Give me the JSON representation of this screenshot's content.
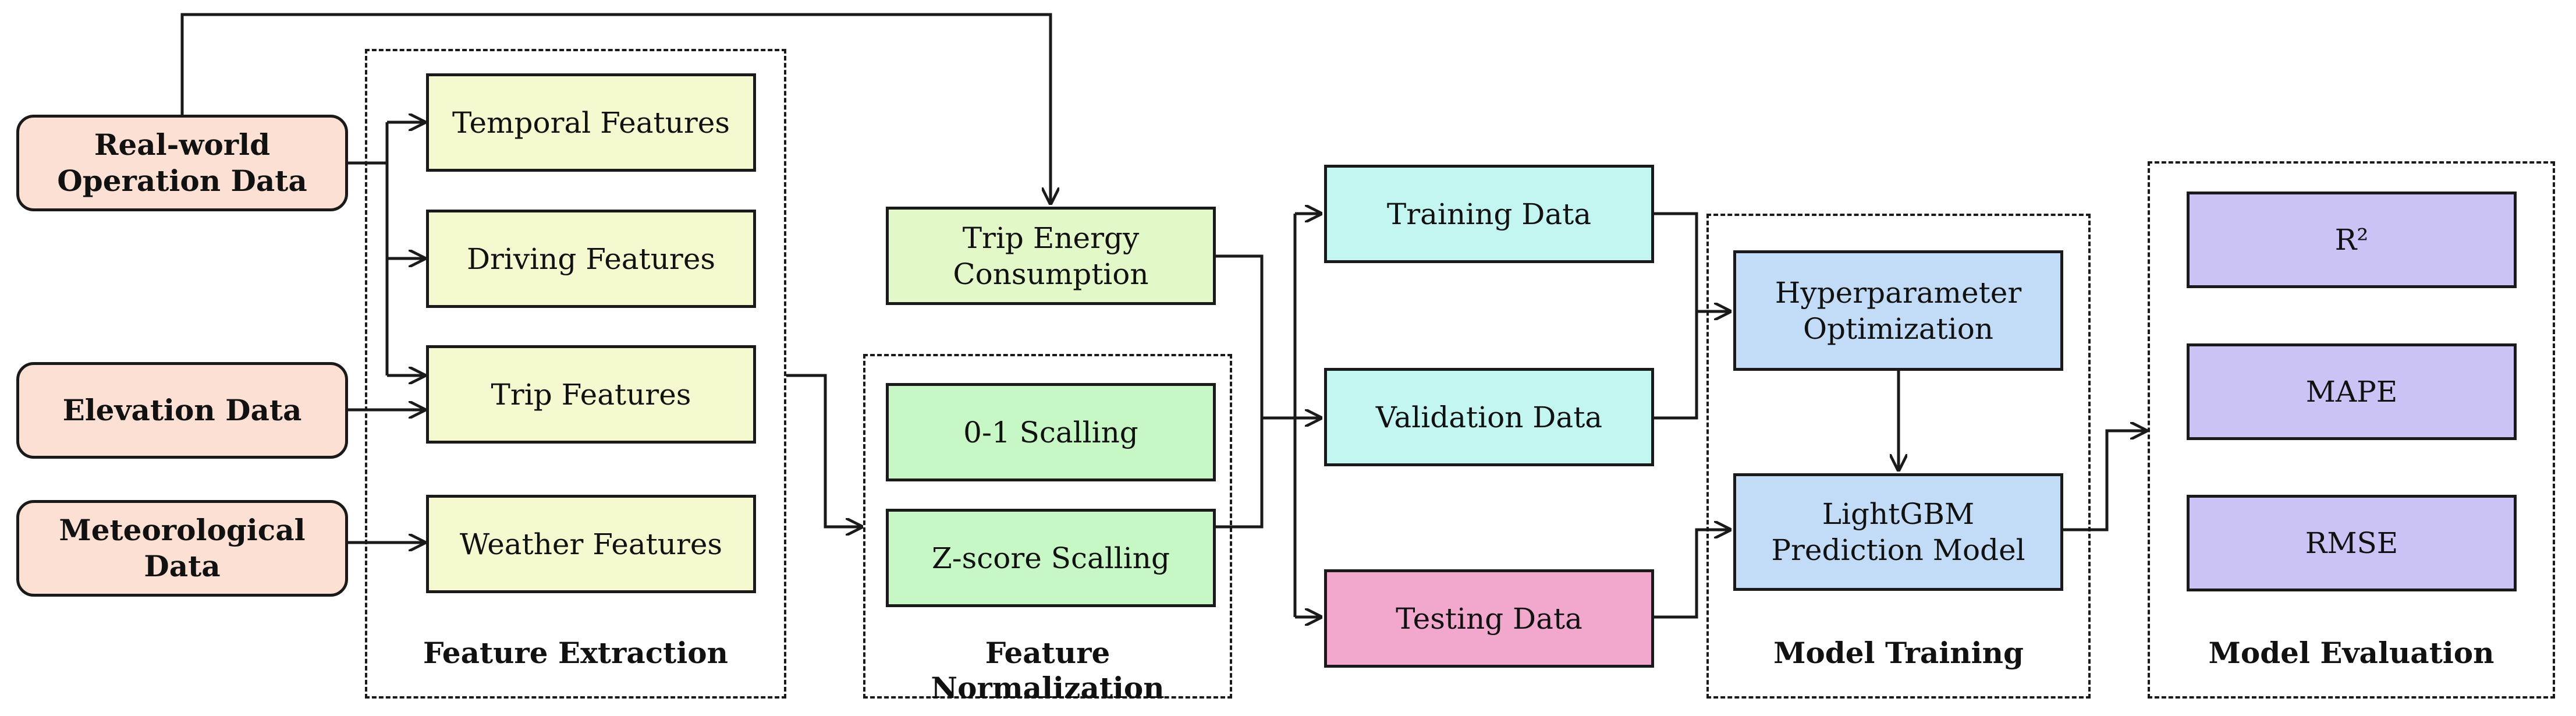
{
  "sources": {
    "real_world": "Real-world\nOperation Data",
    "elevation": "Elevation Data",
    "meteorological": "Meteorological Data"
  },
  "features": {
    "temporal": "Temporal Features",
    "driving": "Driving Features",
    "trip": "Trip Features",
    "weather": "Weather Features"
  },
  "trip_energy": "Trip Energy\nConsumption",
  "normalization": {
    "zero_one": "0-1 Scalling",
    "zscore": "Z-score Scalling"
  },
  "datasets": {
    "training": "Training Data",
    "validation": "Validation Data",
    "testing": "Testing Data"
  },
  "model": {
    "hyperparameter": "Hyperparameter\nOptimization",
    "lightgbm": "LightGBM\nPrediction Model"
  },
  "metrics": {
    "r2": "R²",
    "mape": "MAPE",
    "rmse": "RMSE"
  },
  "groups": {
    "feature_extraction": "Feature Extraction",
    "feature_normalization": "Feature Normalization",
    "model_training": "Model Training",
    "model_evaluation": "Model Evaluation"
  }
}
